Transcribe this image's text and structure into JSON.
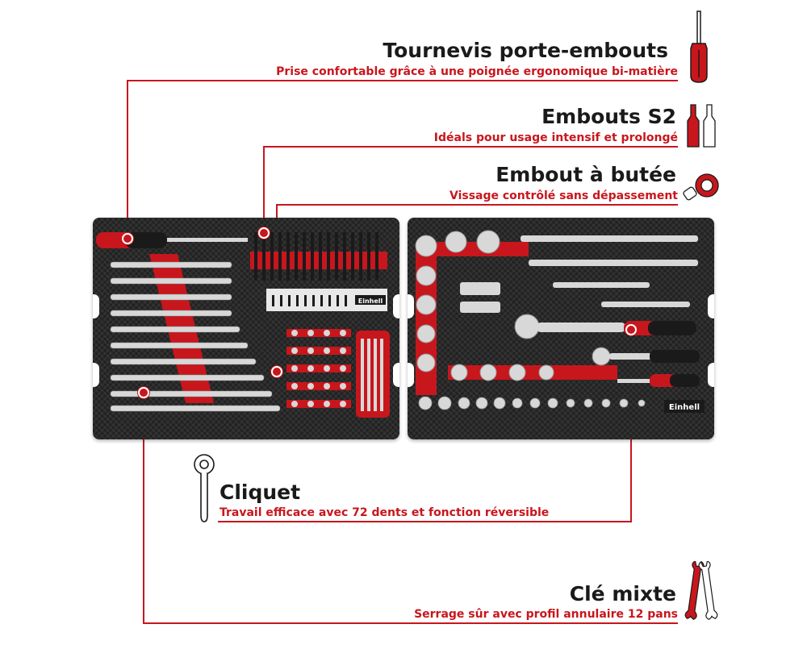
{
  "callouts": {
    "screwdriver": {
      "title": "Tournevis porte-embouts",
      "subtitle": "Prise confortable grâce à une poignée ergonomique bi-matière"
    },
    "bits": {
      "title": "Embouts S2",
      "subtitle": "Idéals pour usage intensif et prolongé"
    },
    "stop_bit": {
      "title": "Embout à butée",
      "subtitle": "Vissage contrôlé sans dépassement"
    },
    "ratchet": {
      "title": "Cliquet",
      "subtitle": "Travail efficace avec 72 dents et fonction réversible"
    },
    "wrench": {
      "title": "Clé mixte",
      "subtitle": "Serrage sûr avec profil annulaire 12 pans"
    }
  },
  "brand": "Einhell",
  "colors": {
    "accent": "#c8161d",
    "dark": "#1a1a1a",
    "foam": "#2a2a2a",
    "metal": "#d8d8d8"
  },
  "icons": [
    "screwdriver-icon",
    "bits-icon",
    "stop-bit-icon",
    "ratchet-icon",
    "combination-wrench-icon"
  ]
}
